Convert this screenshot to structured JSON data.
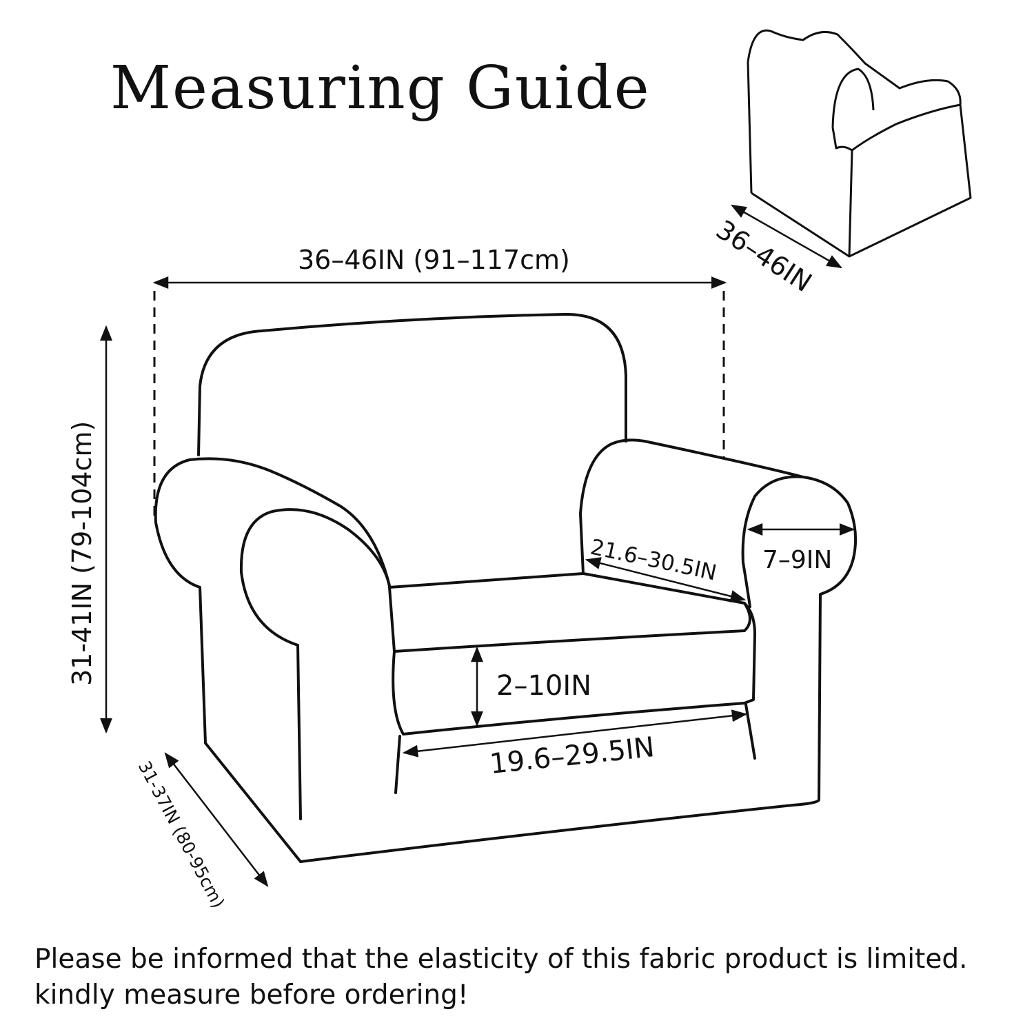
{
  "title": "Measuring Guide",
  "labels": {
    "overall_width": "36–46IN  (91–117cm)",
    "height": "31-41IN (79-104cm)",
    "depth": "31-37IN (80-95cm)",
    "seat_depth": "21.6–30.5IN",
    "arm_width": "7–9IN",
    "cushion_height": "2–10IN",
    "seat_width": "19.6–29.5IN",
    "back_width_small": "36–46IN"
  },
  "notice": {
    "line1": "Please be informed that the elasticity of this fabric product is limited.",
    "line2": "kindly measure before ordering!"
  },
  "colors": {
    "ink": "#111111",
    "background": "#ffffff"
  }
}
